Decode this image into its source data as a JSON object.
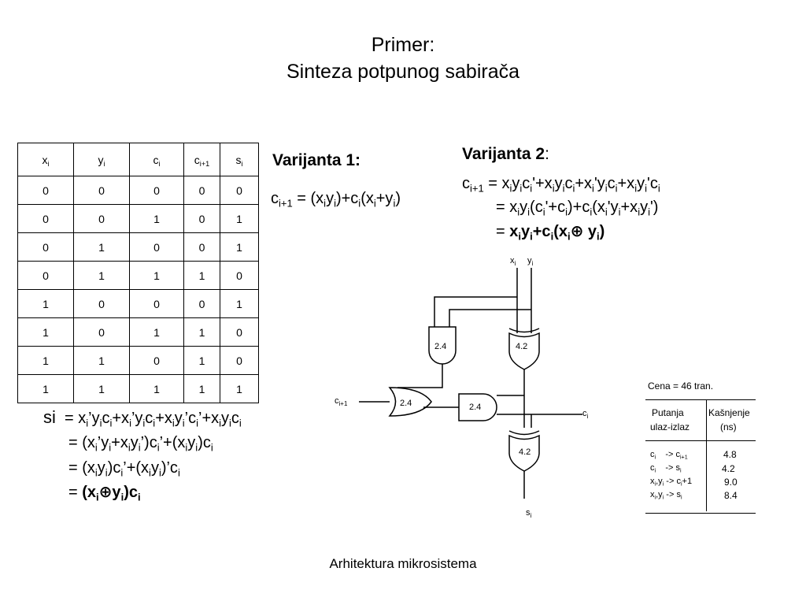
{
  "title": {
    "line1": "Primer:",
    "line2": "Sinteza potpunog sabirača"
  },
  "truth_table": {
    "headers": [
      {
        "base": "x",
        "sub": "i"
      },
      {
        "base": "y",
        "sub": "i"
      },
      {
        "base": "c",
        "sub": "i"
      },
      {
        "base": "c",
        "sub": "i+1"
      },
      {
        "base": "s",
        "sub": "i"
      }
    ],
    "rows": [
      [
        "0",
        "0",
        "0",
        "0",
        "0"
      ],
      [
        "0",
        "0",
        "1",
        "0",
        "1"
      ],
      [
        "0",
        "1",
        "0",
        "0",
        "1"
      ],
      [
        "0",
        "1",
        "1",
        "1",
        "0"
      ],
      [
        "1",
        "0",
        "0",
        "0",
        "1"
      ],
      [
        "1",
        "0",
        "1",
        "1",
        "0"
      ],
      [
        "1",
        "1",
        "0",
        "1",
        "0"
      ],
      [
        "1",
        "1",
        "1",
        "1",
        "1"
      ]
    ]
  },
  "variant1": {
    "title": "Varijanta 1:"
  },
  "variant2": {
    "title": "Varijanta 2",
    "colon": ":"
  },
  "circuit": {
    "input_x": "x",
    "input_y": "y",
    "sub_i": "i",
    "carry_in": "c",
    "carry_out": "c",
    "carry_out_sub": "i+1",
    "sum_out": "s",
    "gates": {
      "and_top": "2.4",
      "xor_top": "4.2",
      "or": "2.4",
      "and_mid": "2.4",
      "xor_bottom": "4.2"
    }
  },
  "cost": {
    "label": "Cena = 46 tran.",
    "col1_header": [
      "Putanja",
      "ulaz-izlaz"
    ],
    "col2_header": [
      "Kašnjenje",
      "(ns)"
    ],
    "delays": [
      "4.8",
      "4.2",
      "9.0",
      "8.4"
    ]
  },
  "footer": "Arhitektura mikrosistema"
}
